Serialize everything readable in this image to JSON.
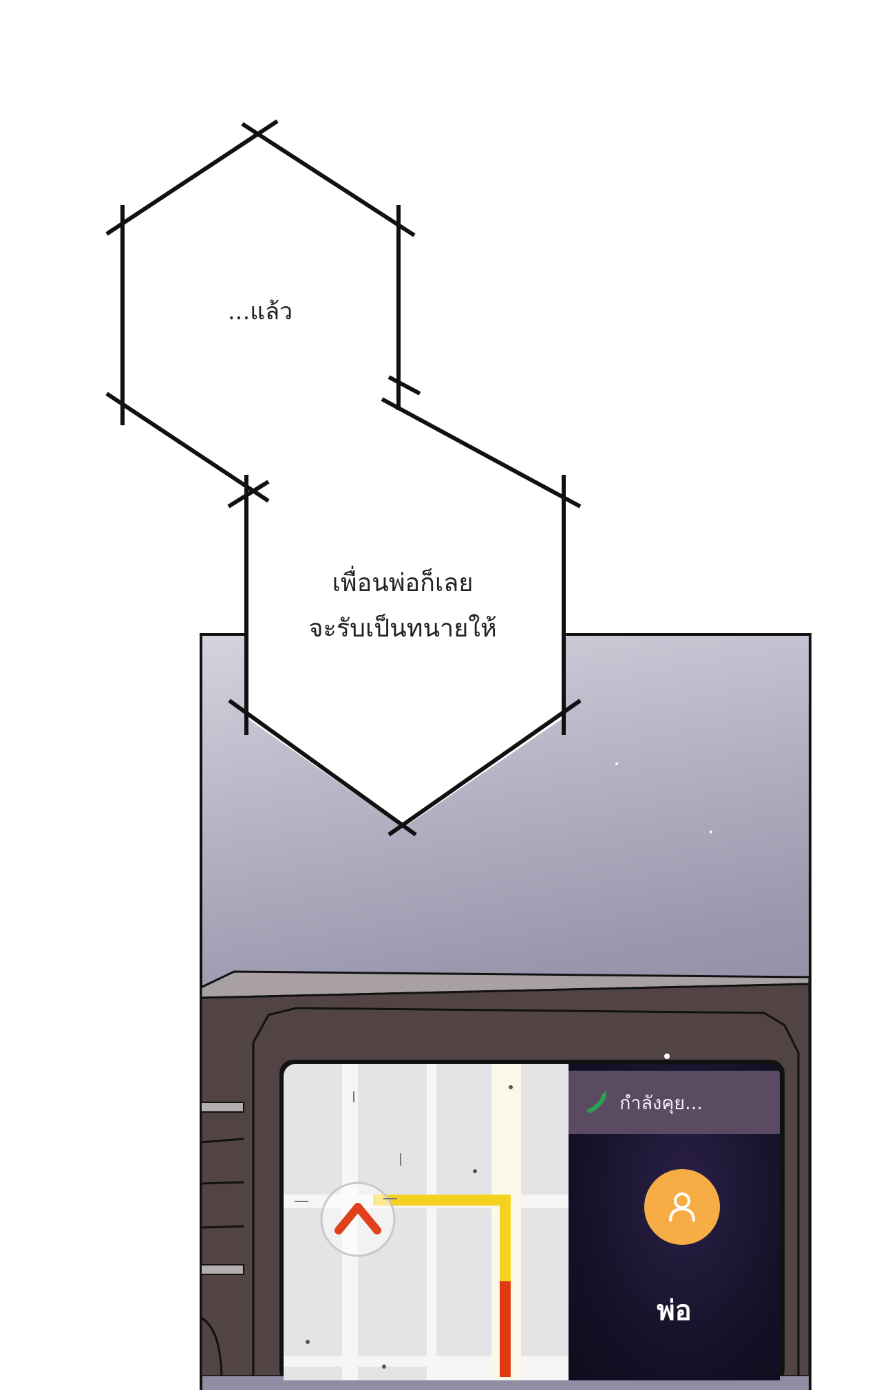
{
  "bubbles": [
    {
      "text": "...แล้ว"
    },
    {
      "lines": [
        "เพื่อนพ่อก็เลย",
        "จะรับเป็นทนายให้"
      ]
    }
  ],
  "car_screen": {
    "call": {
      "status": "กำลังคุย...",
      "contact_name": "พ่อ",
      "icon": "phone-icon",
      "avatar_icon": "person-icon"
    },
    "colors": {
      "call_accent": "#2e9e4f",
      "avatar": "#f7ad45",
      "route_near": "#f5d21f",
      "route_far": "#e03a12",
      "nav_arrow": "#e0401a"
    }
  }
}
